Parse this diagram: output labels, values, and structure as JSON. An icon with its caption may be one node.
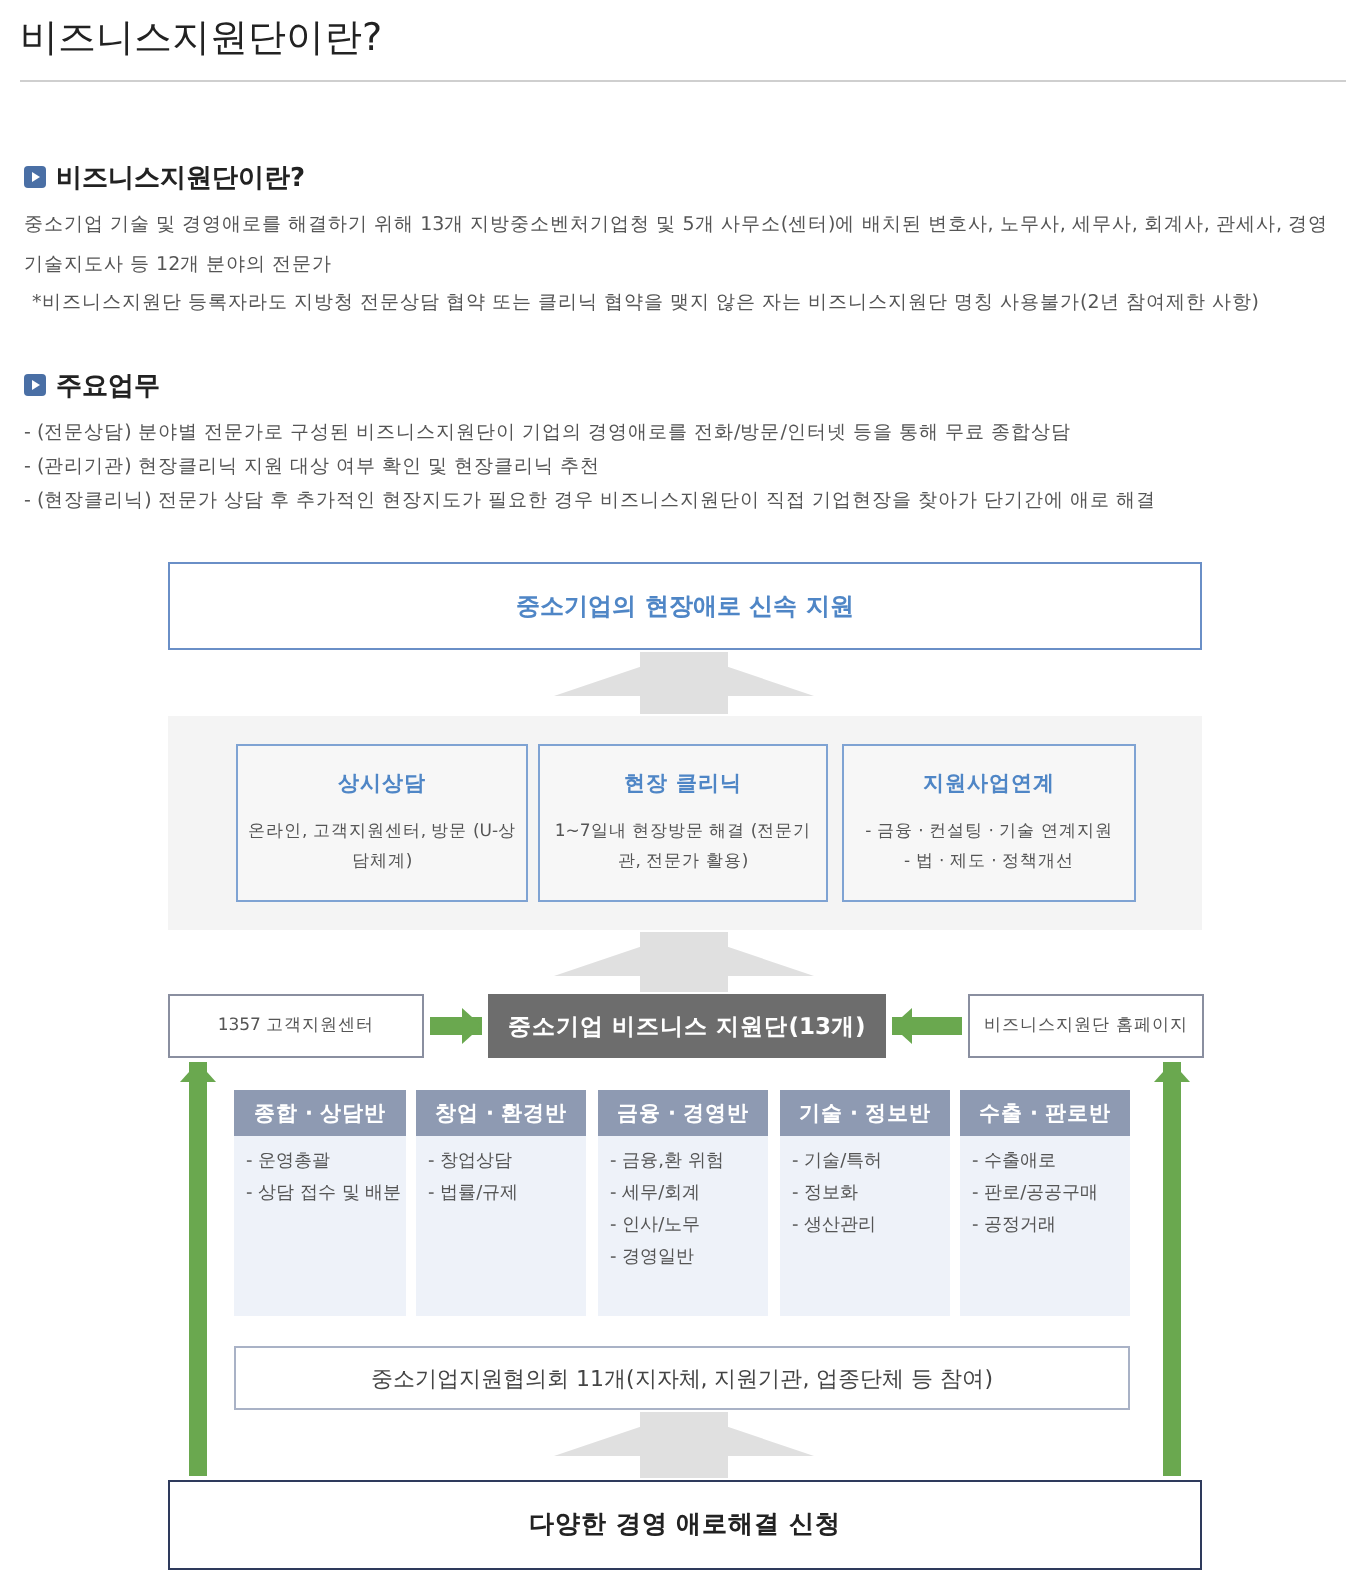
{
  "diagram": {
    "title": "비즈니스지원단이란?",
    "nodes": [
      {
        "text": [
          "중소기업의 현장애로 신속 지원"
        ]
      },
      {
        "text": [],
        "shape": "box"
      },
      {
        "text": [
          "상시상담",
          "온라인, 고객지원센터, 방문 (U-상담체계)"
        ],
        "in": 1
      },
      {
        "text": [
          "현장 클리닉",
          "1~7일내 현장방문 해결 (전문기관, 전문가 활용)"
        ],
        "in": 1
      },
      {
        "text": [
          "지원사업연계",
          "- 금융 · 컨설팅 · 기술 연계지원",
          "- 법 · 제도 · 정책개선"
        ],
        "in": 1
      },
      {
        "text": [
          "1357 고객지원센터"
        ]
      },
      {
        "text": [
          "중소기업 비즈니스 지원단(13개)"
        ]
      },
      {
        "text": [
          "비즈니스지원단 홈페이지"
        ]
      },
      {
        "text": [
          "종합 · 상담반",
          "- 운영총괄",
          "- 상담 접수 및 배분"
        ]
      },
      {
        "text": [
          "창업 · 환경반",
          "- 창업상담",
          "- 법률/규제"
        ]
      },
      {
        "text": [
          "금융 · 경영반",
          "- 금융,환 위험",
          "- 세무/회계",
          "- 인사/노무",
          "- 경영일반"
        ]
      },
      {
        "text": [
          "기술 · 정보반",
          "- 기술/특허",
          "- 정보화",
          "- 생산관리"
        ]
      },
      {
        "text": [
          "수출 · 판로반",
          "- 수출애로",
          "- 판로/공공구매",
          "- 공정거래"
        ]
      },
      {
        "text": [
          "중소기업지원협의회 11개(지자체, 지원기관, 업종단체 등 참여)"
        ]
      },
      {
        "text": [
          "다양한 경영 애로해결 신청"
        ]
      }
    ],
    "edges": [
      {
        "from": 1,
        "to": 0,
        "arrow": "to",
        "style": "thick",
        "color": "#e0e0e0"
      },
      {
        "from": 6,
        "to": 1,
        "arrow": "to",
        "style": "thick",
        "color": "#e0e0e0"
      },
      {
        "from": 5,
        "to": 6,
        "arrow": "to"
      },
      {
        "from": 7,
        "to": 6,
        "arrow": "to"
      },
      {
        "from": 14,
        "to": 5,
        "arrow": "to"
      },
      {
        "from": 14,
        "to": 7,
        "arrow": "to"
      },
      {
        "from": 14,
        "to": 13,
        "arrow": "to",
        "style": "thick",
        "color": "#e0e0e0"
      }
    ],
    "labels": [
      "비즈니스지원단이란?",
      "중소기업 기술 및 경영애로를 해결하기 위해 13개 지방중소벤처기업청 및 5개 사무소(센터)에 배치된 변호사, 노무사, 세무사, 회계사, 관세사, 경영기술지도사 등 12개 분야의 전문가",
      "*비즈니스지원단 등록자라도 지방청 전문상담 협약 또는 클리닉 협약을 맺지 않은 자는 비즈니스지원단 명칭 사용불가(2년 참여제한 사항)",
      "주요업무",
      "- (전문상담) 분야별 전문가로 구성된 비즈니스지원단이 기업의 경영애로를 전화/방문/인터넷 등을 통해 무료 종합상담",
      "- (관리기관) 현장클리닉 지원 대상 여부 확인 및 현장클리닉 추천",
      "- (현장클리닉) 전문가 상담 후 추가적인 현장지도가 필요한 경우 비즈니스지원단이 직접 기업현장을 찾아가 단기간에 애로 해결"
    ]
  }
}
